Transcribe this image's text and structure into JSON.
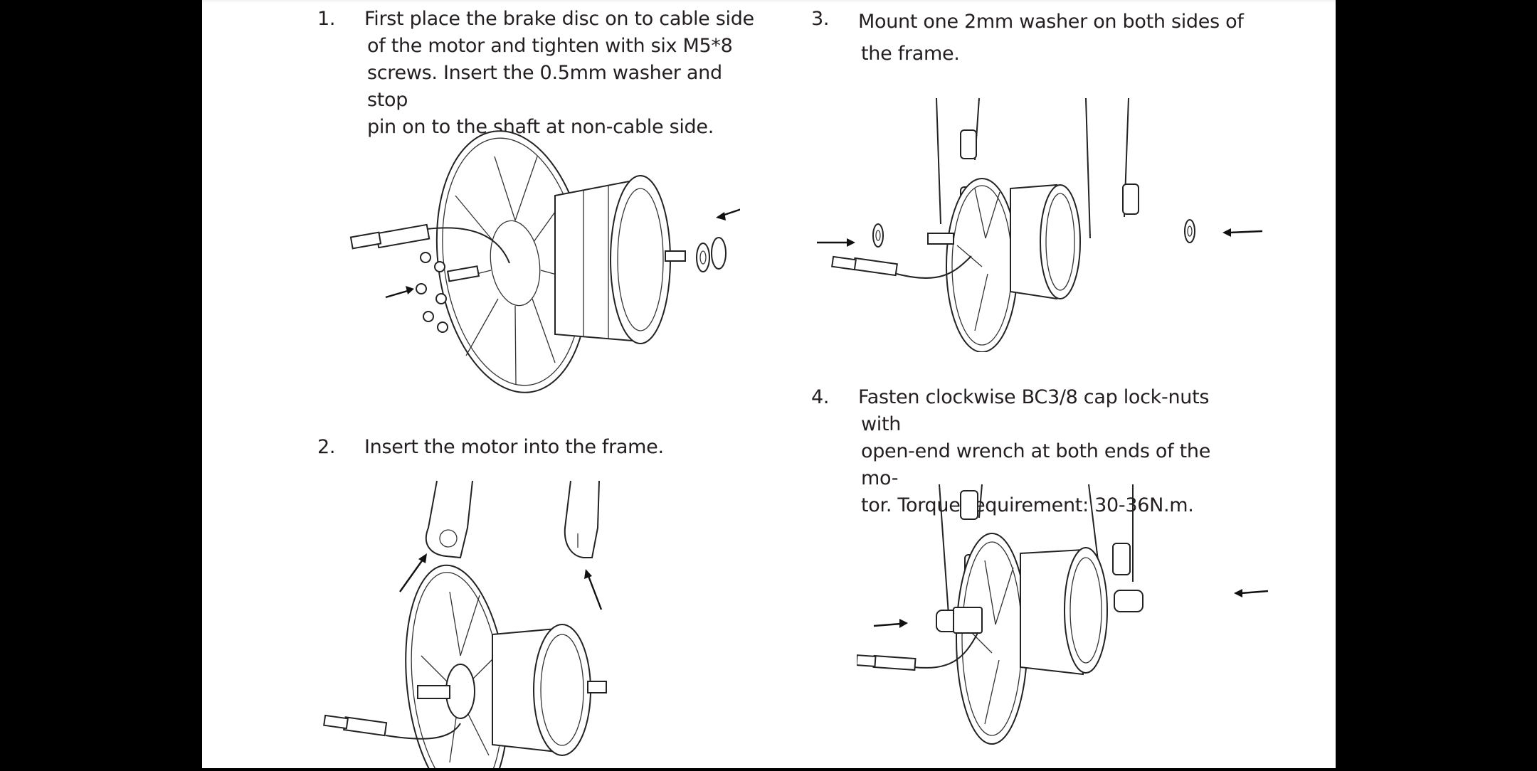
{
  "document": {
    "background_color": "#000000",
    "page_color": "#ffffff",
    "text_color": "#231f20"
  },
  "steps": [
    {
      "number": "1.",
      "text": "First place the brake disc on to cable side\nof the motor and tighten with six M5*8\nscrews.  Insert the 0.5mm washer and stop\npin on to the shaft at non-cable side.",
      "figure_icon": "hub-motor-brake-disc-exploded-diagram"
    },
    {
      "number": "2.",
      "text": "Insert the motor into the frame.",
      "figure_icon": "hub-motor-insert-into-frame-diagram"
    },
    {
      "number": "3.",
      "text": "Mount one 2mm washer on both sides of\nthe frame.",
      "figure_icon": "hub-motor-washer-mount-diagram"
    },
    {
      "number": "4.",
      "text": "Fasten clockwise BC3/8 cap lock-nuts with\nopen-end wrench at both ends of the mo-\ntor. Torque requirement: 30-36N.m.",
      "figure_icon": "hub-motor-lock-nut-diagram"
    }
  ]
}
